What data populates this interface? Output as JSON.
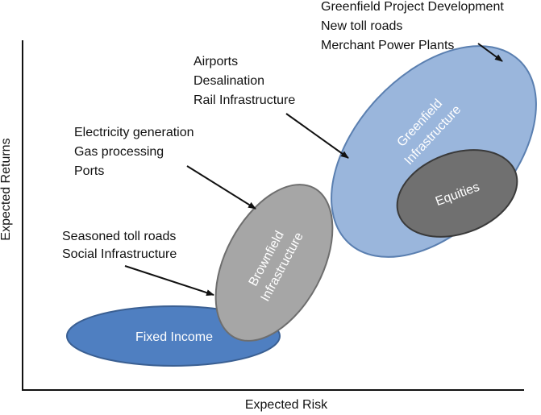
{
  "axes": {
    "x_label": "Expected Risk",
    "y_label": "Expected Returns"
  },
  "ellipses": {
    "fixed_income": {
      "label": "Fixed Income",
      "fill": "#4f7fc1",
      "stroke": "#3a5f92"
    },
    "brownfield": {
      "line1": "Brownfield",
      "line2": "Infrastructure",
      "fill": "#a6a6a6",
      "stroke": "#6e6e6e"
    },
    "greenfield": {
      "line1": "Greenfield",
      "line2": "Infrastructure",
      "fill": "#9ab6dc",
      "stroke": "#5a7fb0"
    },
    "equities": {
      "label": "Equities",
      "fill": "#707070",
      "stroke": "#3a3a3a"
    }
  },
  "annotations": {
    "seasoned": [
      "Seasoned toll roads",
      "Social Infrastructure"
    ],
    "electricity": [
      "Electricity generation",
      "Gas processing",
      "Ports"
    ],
    "airports": [
      "Airports",
      "Desalination",
      "Rail Infrastructure"
    ],
    "greenfield_dev": [
      "Greenfield Project Development",
      "New toll roads",
      "Merchant Power Plants"
    ]
  }
}
